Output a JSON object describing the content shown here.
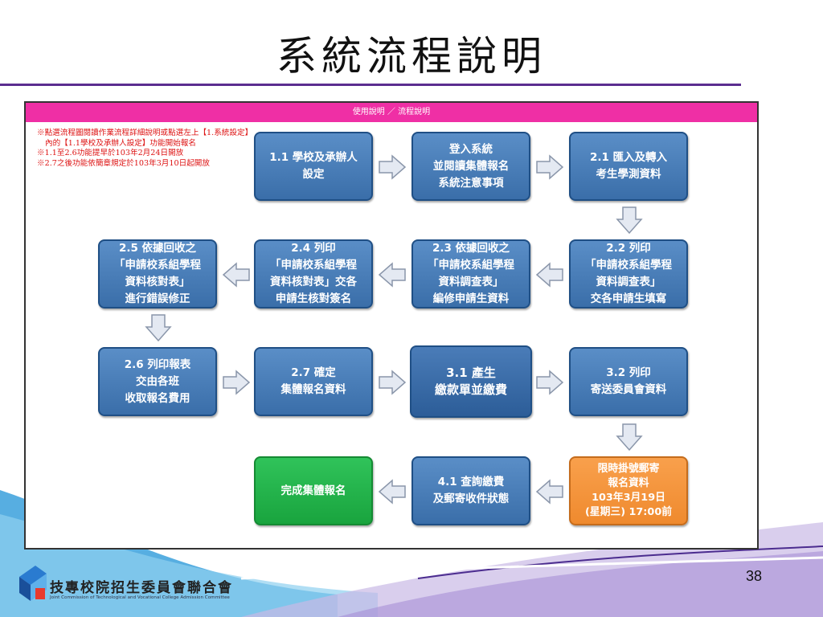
{
  "slide": {
    "title": "系統流程說明",
    "page_number": "38"
  },
  "panel": {
    "header": "使用說明 ／ 流程說明",
    "notes": [
      "※點選流程圖閱讀作業流程詳細說明或點選左上【1.系統設定】內的【1.1學校及承辦人設定】功能開始報名",
      "※1.1至2.6功能提早於103年2月24日開放",
      "※2.7之後功能依簡章規定於103年3月10日起開放"
    ]
  },
  "flow": {
    "steps": {
      "s11": "1.1 學校及承辦人\n設定",
      "login": "登入系統\n並閱讀集體報名\n系統注意事項",
      "s21": "2.1 匯入及轉入\n考生學測資料",
      "s22": "2.2 列印\n「申請校系組學程\n資料調查表」\n交各申請生填寫",
      "s23": "2.3 依據回收之\n「申請校系組學程\n資料調查表」\n編修申請生資料",
      "s24": "2.4 列印\n「申請校系組學程\n資料核對表」交各\n申請生核對簽名",
      "s25": "2.5 依據回收之\n「申請校系組學程\n資料核對表」\n進行錯誤修正",
      "s26": "2.6 列印報表\n交由各班\n收取報名費用",
      "s27": "2.7 確定\n集體報名資料",
      "s31": "3.1 產生\n繳款單並繳費",
      "s32": "3.2 列印\n寄送委員會資料",
      "mail": "限時掛號郵寄\n報名資料\n103年3月19日\n(星期三) 17:00前",
      "s41": "4.1 查詢繳費\n及郵寄收件狀態",
      "done": "完成集體報名"
    }
  },
  "footer": {
    "org_name": "技專校院招生委員會聯合會",
    "org_name_en": "Joint Commission of Technological and Vocational College Admission Committee"
  },
  "colors": {
    "header_pink": "#ef2fa5",
    "box_blue": "#3f73ae",
    "box_green": "#22b34a",
    "box_orange": "#f4953c",
    "rule_purple": "#5b2d8f"
  }
}
